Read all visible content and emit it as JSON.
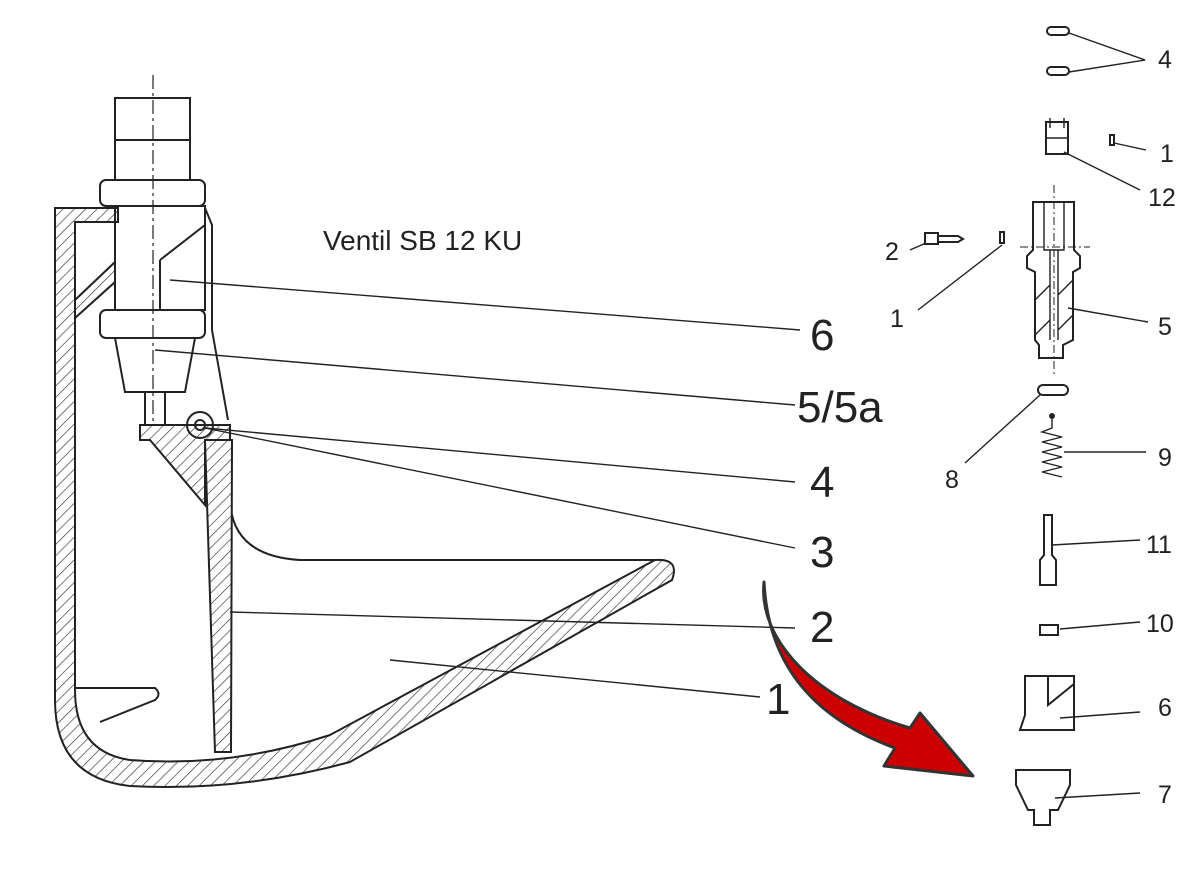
{
  "title": "Ventil SB 12 KU",
  "assembly_labels": [
    "6",
    "5/5a",
    "4",
    "3",
    "2",
    "1"
  ],
  "parts_labels": {
    "seals": "4",
    "pin_top": "1",
    "clip": "12",
    "screw": "2",
    "pin_side": "1",
    "valve_body": "5",
    "washer": "8",
    "spring": "9",
    "bolt": "11",
    "sleeve": "10",
    "wedge": "6",
    "nozzle": "7"
  },
  "colors": {
    "arrow": "#cc0000",
    "line": "#222222"
  }
}
